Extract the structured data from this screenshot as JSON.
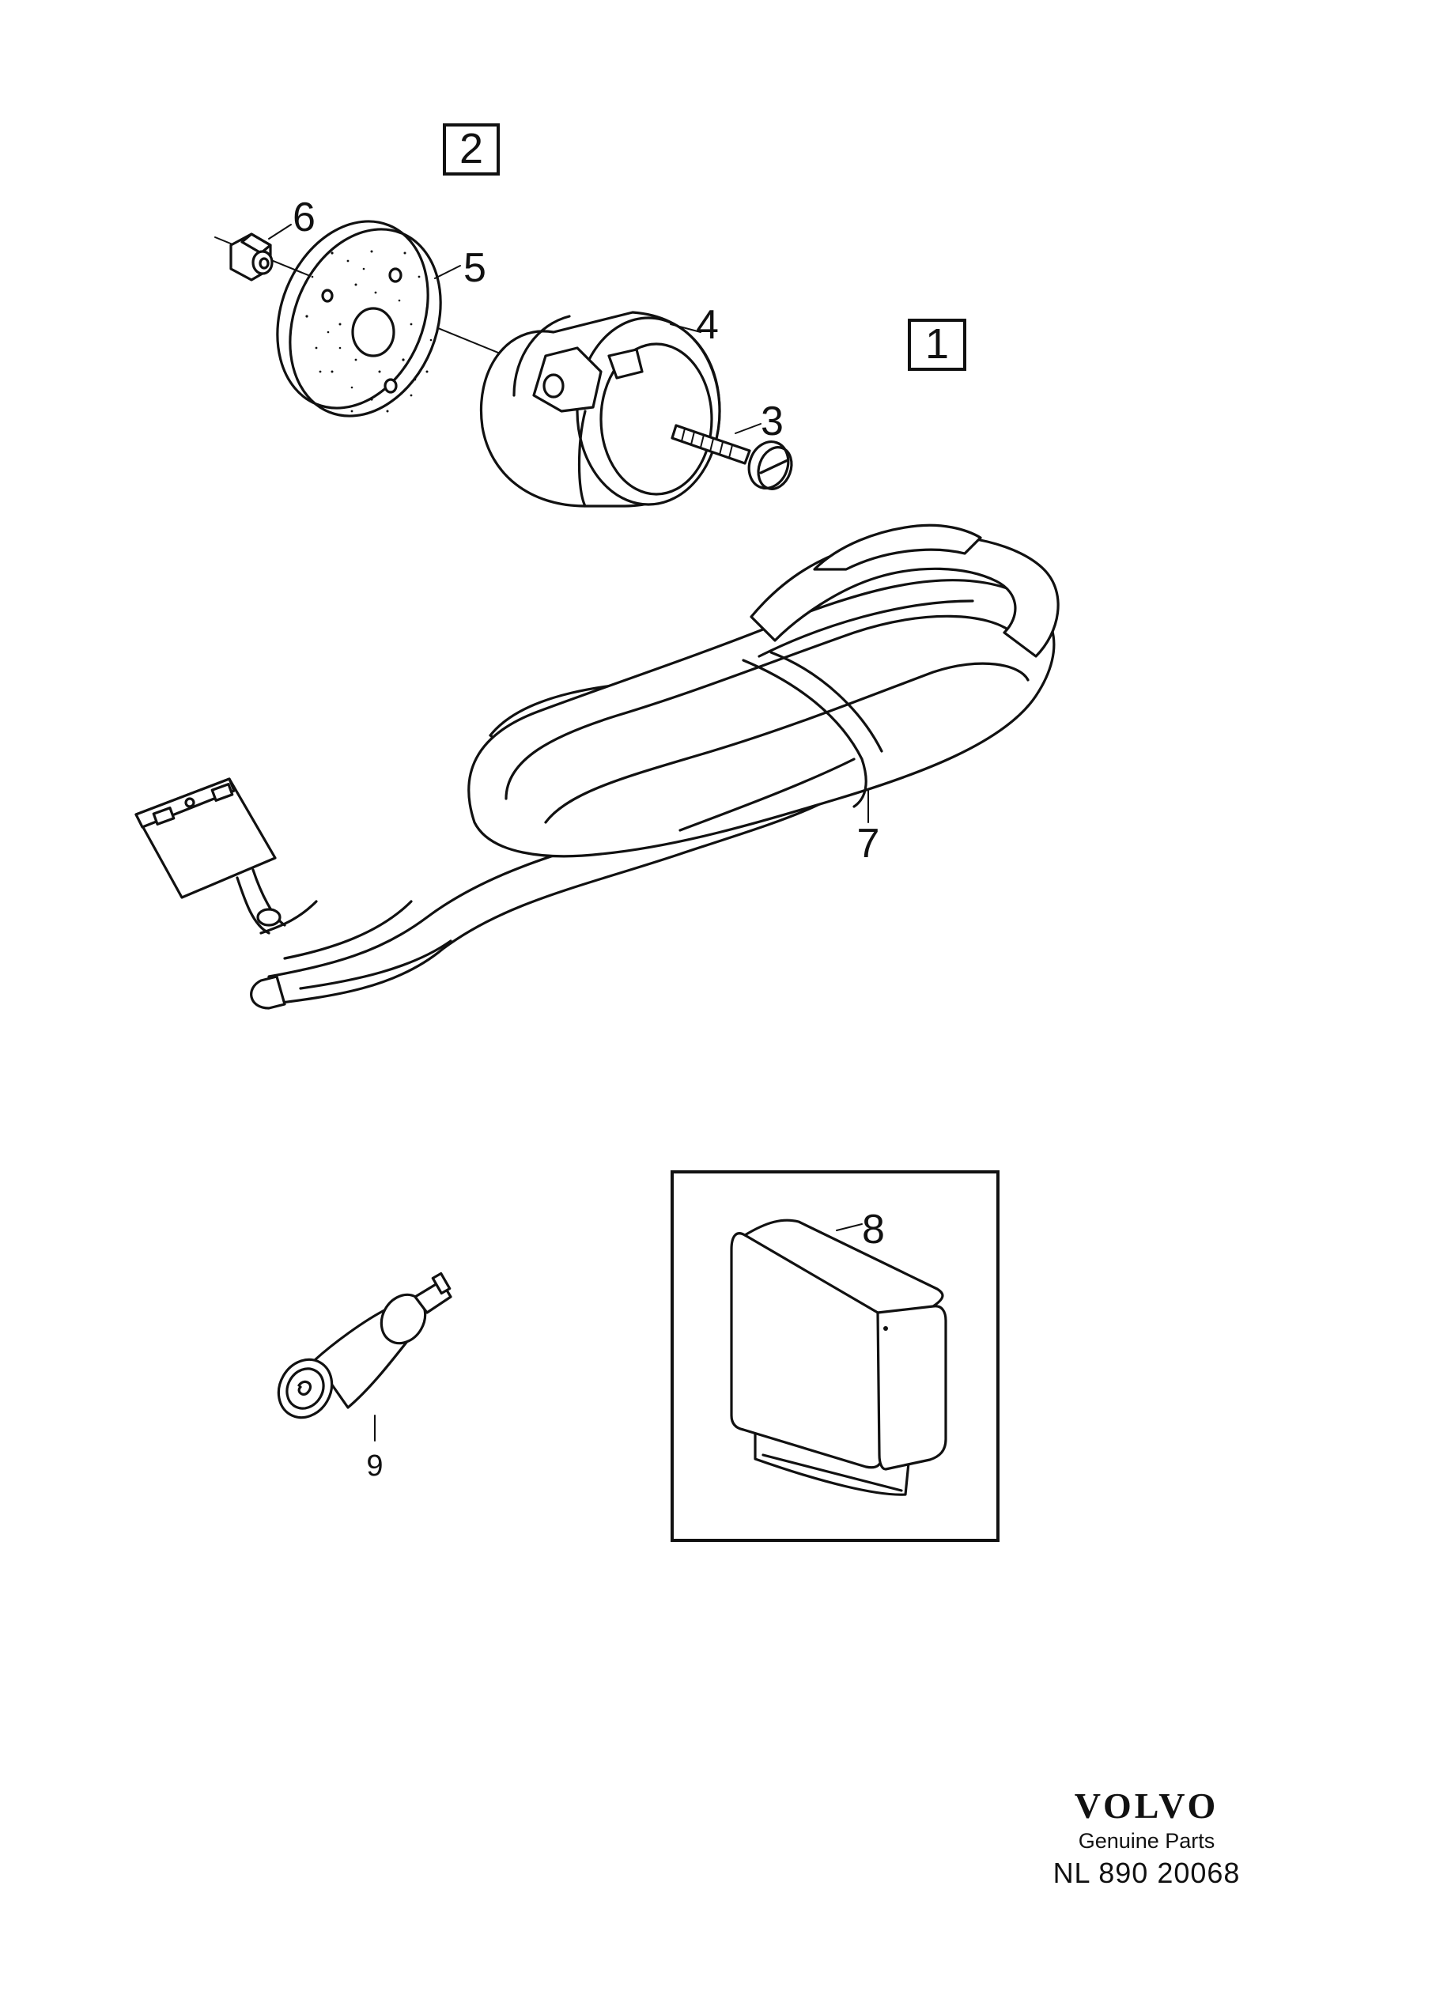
{
  "diagram": {
    "group_boxes": [
      "2",
      "1"
    ],
    "callouts": {
      "bolt": "3",
      "housing": "4",
      "disc": "5",
      "nut": "6",
      "harness": "7",
      "control_unit": "8",
      "switch": "9"
    }
  },
  "branding": {
    "logo": "VOLVO",
    "tagline": "Genuine Parts",
    "reference": "NL 890 20068"
  }
}
